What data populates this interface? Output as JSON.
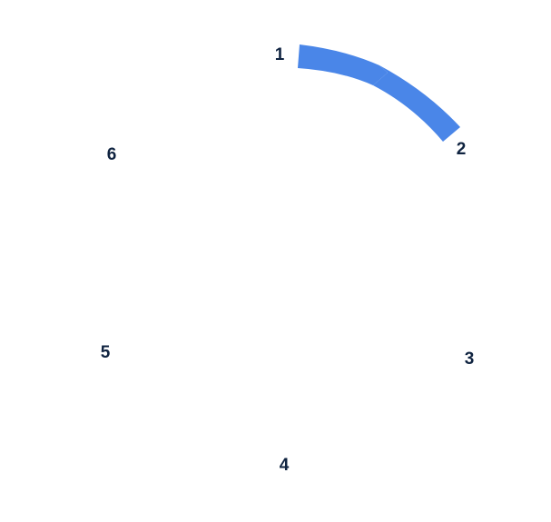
{
  "diagram": {
    "steps": [
      {
        "label": "1"
      },
      {
        "label": "2"
      },
      {
        "label": "3"
      },
      {
        "label": "4"
      },
      {
        "label": "5"
      },
      {
        "label": "6"
      }
    ],
    "active_segments": 1,
    "arrow_color": "#4A86E8",
    "label_color": "#0F2340"
  }
}
